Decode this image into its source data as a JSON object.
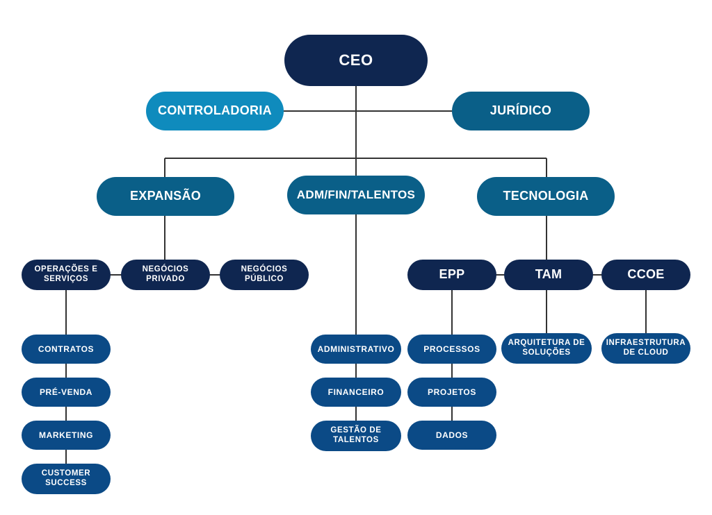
{
  "colors": {
    "ceo": "#0f2650",
    "controladoria": "#0f8bbd",
    "level1": "#0a5f88",
    "level2": "#0f2650",
    "level3": "#0b4a86",
    "lines": "#333333"
  },
  "org": {
    "ceo": "CEO",
    "controladoria": "CONTROLADORIA",
    "juridico": "JURÍDICO",
    "expansao": "EXPANSÃO",
    "adm": "ADM/FIN/TALENTOS",
    "tecnologia": "TECNOLOGIA",
    "operacoes_l1": "OPERAÇÕES E",
    "operacoes_l2": "SERVIÇOS",
    "privado_l1": "NEGÓCIOS",
    "privado_l2": "PRIVADO",
    "publico_l1": "NEGÓCIOS",
    "publico_l2": "PÚBLICO",
    "epp": "EPP",
    "tam": "TAM",
    "ccoe": "CCOE",
    "contratos": "CONTRATOS",
    "prevenda": "PRÉ-VENDA",
    "marketing": "MARKETING",
    "cs_l1": "CUSTOMER",
    "cs_l2": "SUCCESS",
    "administrativo": "ADMINISTRATIVO",
    "financeiro": "FINANCEIRO",
    "gestao_l1": "GESTÃO DE",
    "gestao_l2": "TALENTOS",
    "processos": "PROCESSOS",
    "projetos": "PROJETOS",
    "dados": "DADOS",
    "arq_l1": "ARQUITETURA DE",
    "arq_l2": "SOLUÇÕES",
    "infra_l1": "INFRAESTRUTURA",
    "infra_l2": "DE CLOUD"
  }
}
